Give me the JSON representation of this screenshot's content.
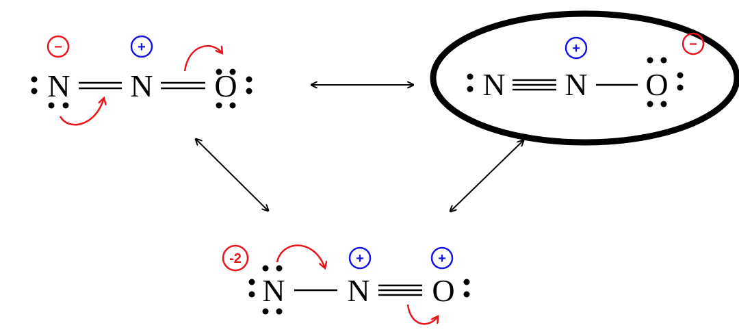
{
  "colors": {
    "negative": "#e8141b",
    "positive": "#1414e6",
    "arrow": "#e8141b",
    "ink": "#000000"
  },
  "structure_top_left": {
    "atoms": [
      "N",
      "N",
      "O"
    ],
    "charges": {
      "n1": "−",
      "n2": "+"
    }
  },
  "structure_top_right": {
    "atoms": [
      "N",
      "N",
      "O"
    ],
    "charges": {
      "n2": "+",
      "o": "−"
    },
    "highlighted": true
  },
  "structure_bottom": {
    "atoms": [
      "N",
      "N",
      "O"
    ],
    "charges": {
      "n1": "-2",
      "n2": "+",
      "o": "+"
    }
  }
}
